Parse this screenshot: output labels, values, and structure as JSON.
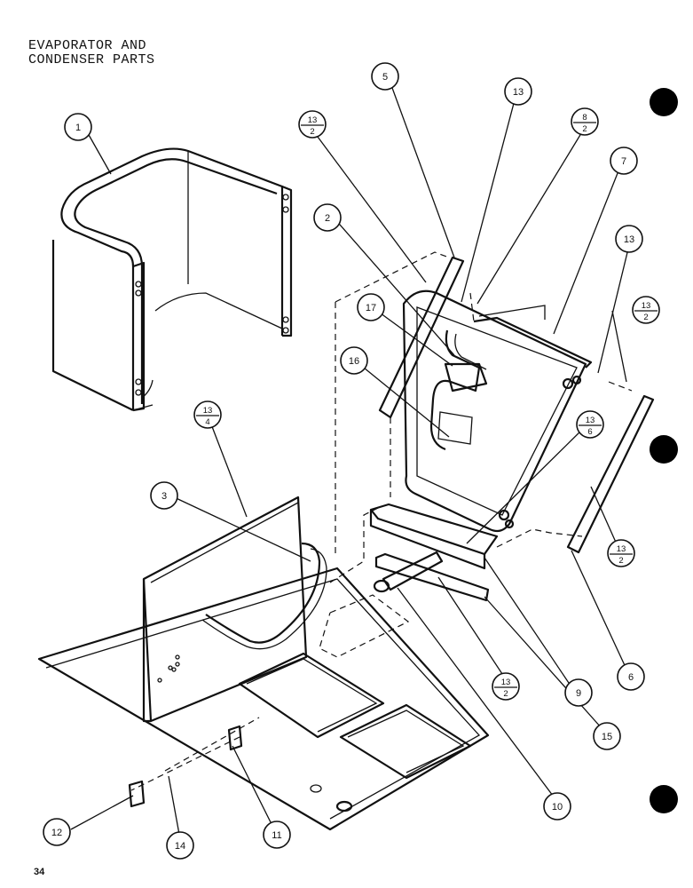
{
  "title_line1": "EVAPORATOR AND",
  "title_line2": "CONDENSER PARTS",
  "page_number": "34",
  "callouts": {
    "c1": "1",
    "c2": "2",
    "c3": "3",
    "c5": "5",
    "c6": "6",
    "c7": "7",
    "c9": "9",
    "c10": "10",
    "c11": "11",
    "c12": "12",
    "c13a": "13",
    "c13b": "13",
    "c14": "14",
    "c15": "15",
    "c16": "16",
    "c17": "17"
  },
  "fraction_callouts": {
    "f1": {
      "top": "13",
      "bottom": "2"
    },
    "f2": {
      "top": "8",
      "bottom": "2"
    },
    "f3": {
      "top": "13",
      "bottom": "2"
    },
    "f4": {
      "top": "13",
      "bottom": "4"
    },
    "f5": {
      "top": "13",
      "bottom": "6"
    },
    "f6": {
      "top": "13",
      "bottom": "2"
    },
    "f7": {
      "top": "13",
      "bottom": "2"
    }
  }
}
